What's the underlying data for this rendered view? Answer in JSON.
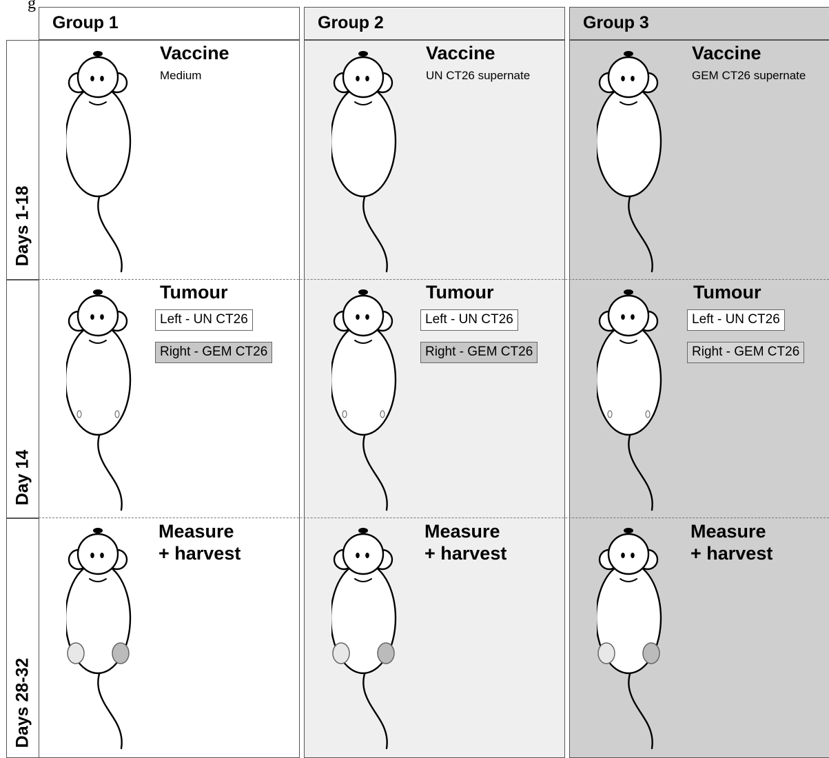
{
  "colors": {
    "group1_bg": "#ffffff",
    "group2_bg": "#efefef",
    "group3_bg": "#cfcfcf",
    "tumour_left": "#e8e8e8",
    "tumour_right": "#bbbbbb"
  },
  "partial_top_glyph": "g",
  "rows": [
    {
      "label": "Days 1-18",
      "stage": "Vaccine"
    },
    {
      "label": "Day 14",
      "stage": "Tumour"
    },
    {
      "label": "Days 28-32",
      "stage_line1": "Measure",
      "stage_line2": "+ harvest"
    }
  ],
  "groups": [
    {
      "name": "Group 1",
      "vaccine": "Medium",
      "tumour_left": "Left - UN CT26",
      "tumour_right": "Right - GEM CT26"
    },
    {
      "name": "Group 2",
      "vaccine": "UN CT26 supernate",
      "tumour_left": "Left - UN CT26",
      "tumour_right": "Right - GEM CT26"
    },
    {
      "name": "Group 3",
      "vaccine": "GEM CT26 supernate",
      "tumour_left": "Left - UN CT26",
      "tumour_right": "Right - GEM CT26"
    }
  ]
}
